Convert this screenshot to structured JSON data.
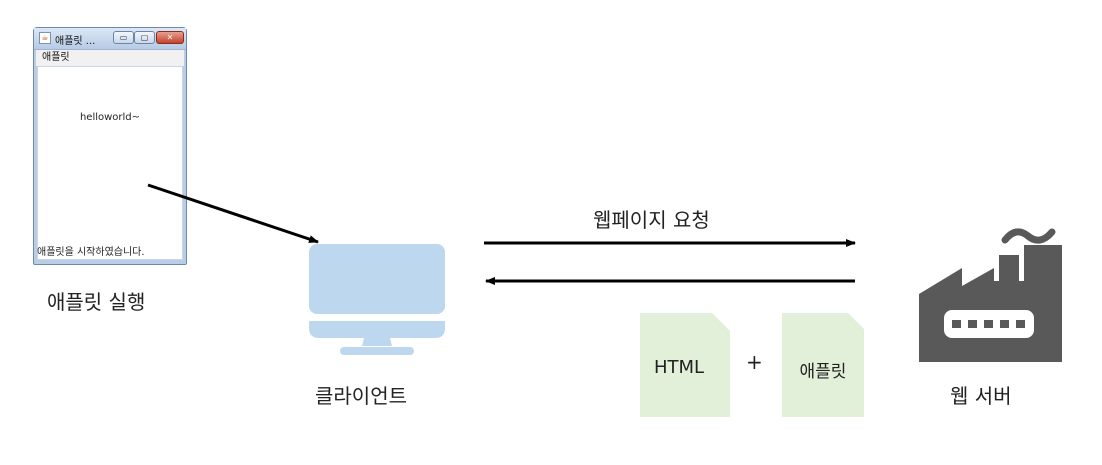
{
  "applet_window": {
    "title": "애플릿 ...",
    "icon": "java-icon",
    "menu_label": "애플릿",
    "content_text": "helloworld~",
    "status_text": "애플릿을 시작하였습니다."
  },
  "labels": {
    "applet_run": "애플릿 실행",
    "client": "클라이언트",
    "request": "웹페이지 요청",
    "web_server": "웹 서버"
  },
  "documents": {
    "html": "HTML",
    "plus": "+",
    "applet": "애플릿"
  },
  "icons": {
    "client": "monitor-icon",
    "server": "factory-icon"
  },
  "colors": {
    "monitor": "#bdd7ee",
    "factory": "#595959",
    "document": "#e2efd9",
    "arrow": "#000000"
  }
}
